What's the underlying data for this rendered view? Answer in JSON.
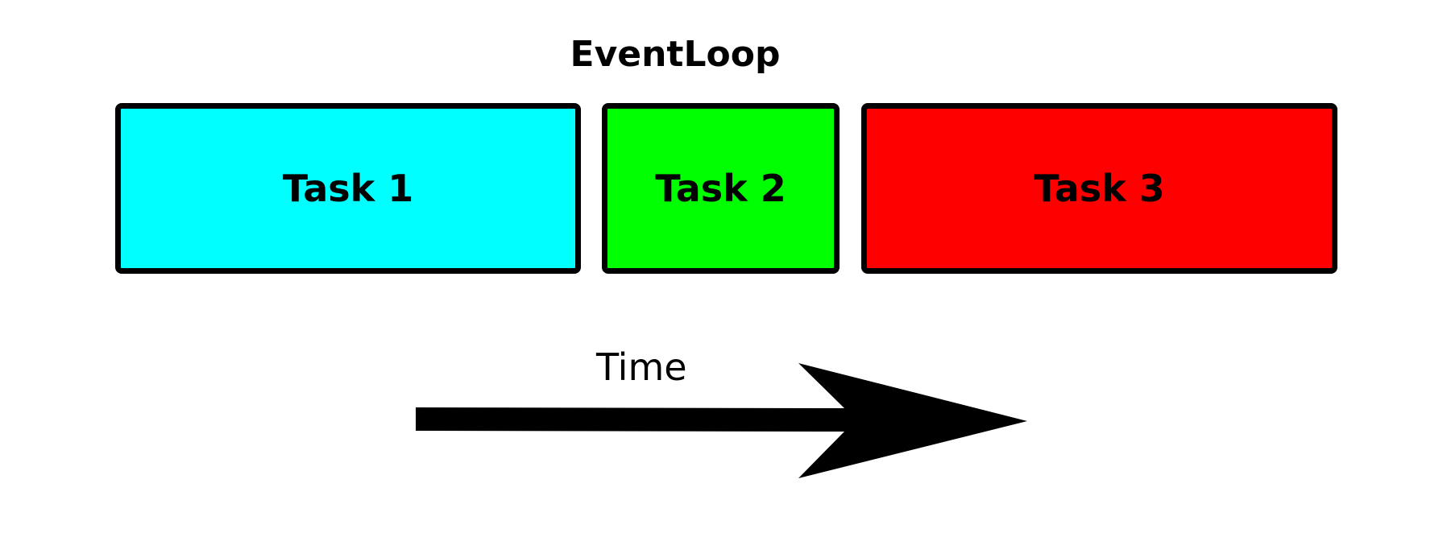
{
  "diagram": {
    "title": "EventLoop",
    "tasks": [
      {
        "label": "Task 1",
        "color": "#00ffff"
      },
      {
        "label": "Task 2",
        "color": "#00ff00"
      },
      {
        "label": "Task 3",
        "color": "#ff0000"
      }
    ],
    "axis": {
      "label": "Time",
      "arrow_icon": "right-arrow-icon"
    },
    "colors": {
      "border": "#000000",
      "background": "#ffffff"
    }
  }
}
